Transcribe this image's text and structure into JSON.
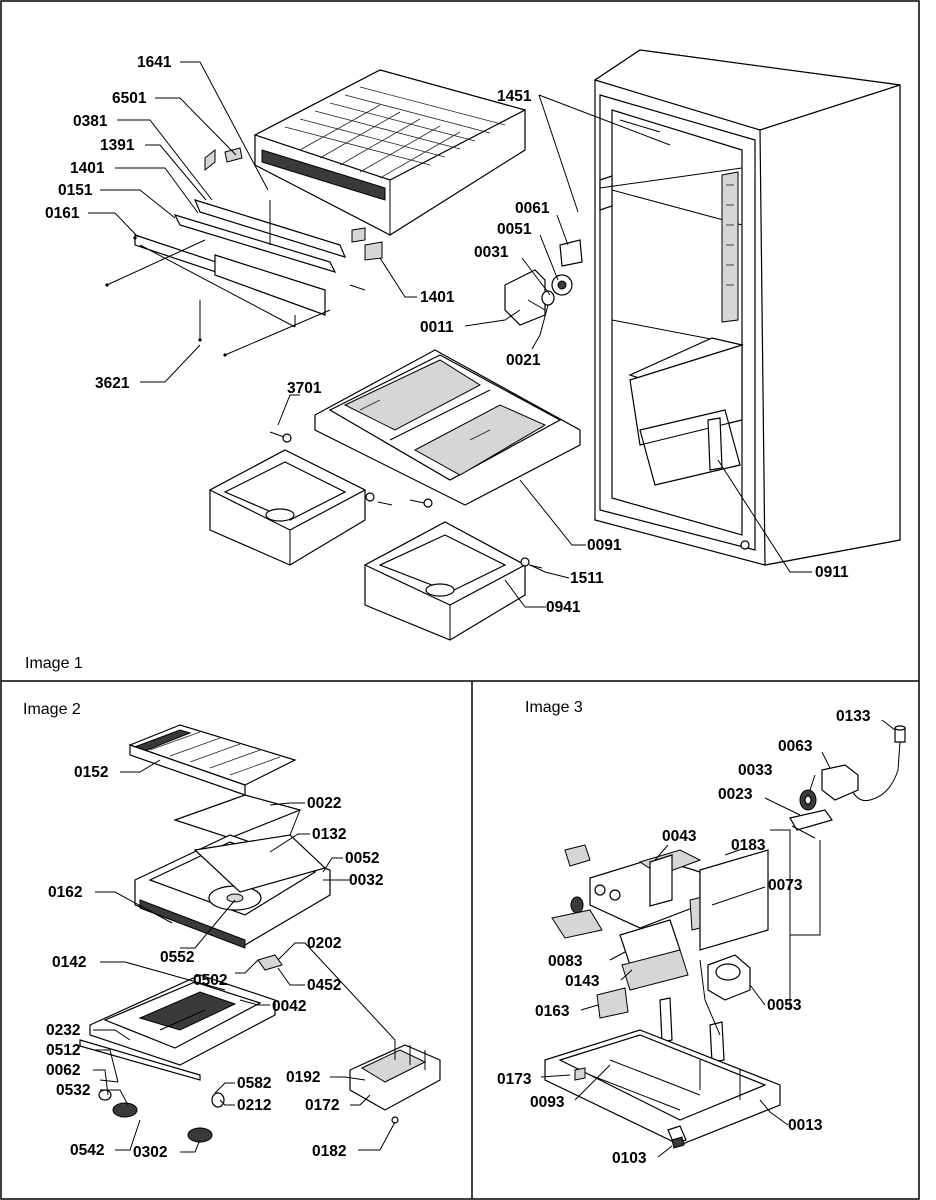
{
  "panels": [
    {
      "title": "Image 1"
    },
    {
      "title": "Image 2"
    },
    {
      "title": "Image 3"
    }
  ],
  "callouts": {
    "image1": [
      "1641",
      "6501",
      "0381",
      "1391",
      "1401",
      "0151",
      "0161",
      "3621",
      "1401",
      "1451",
      "0061",
      "0051",
      "0031",
      "0011",
      "0021",
      "3701",
      "0091",
      "1511",
      "0941",
      "0911"
    ],
    "image2": [
      "0152",
      "0022",
      "0132",
      "0052",
      "0032",
      "0162",
      "0552",
      "0142",
      "0502",
      "0202",
      "0452",
      "0042",
      "0232",
      "0512",
      "0062",
      "0532",
      "0582",
      "0212",
      "0542",
      "0302",
      "0192",
      "0172",
      "0182"
    ],
    "image3": [
      "0133",
      "0063",
      "0033",
      "0023",
      "0043",
      "0183",
      "0073",
      "0083",
      "0143",
      "0053",
      "0163",
      "0173",
      "0093",
      "0013",
      "0103"
    ]
  }
}
